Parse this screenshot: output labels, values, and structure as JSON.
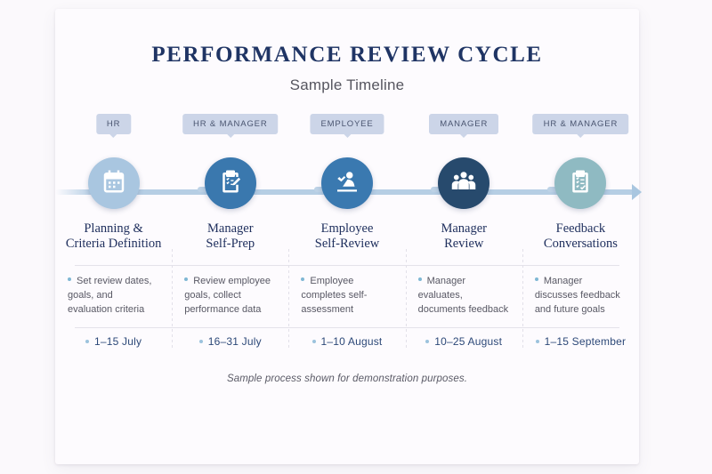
{
  "header": {
    "title": "PERFORMANCE REVIEW CYCLE",
    "subtitle": "Sample Timeline"
  },
  "footer": {
    "note": "Sample process shown for demonstration purposes."
  },
  "colors": {
    "title": "#1f3464",
    "badge_bg": "#ccd5e8",
    "badge_text": "#4a5570",
    "axis": "#a9c6e0",
    "arrow": "#bdd2e6",
    "step_title": "#20305e",
    "date_text": "#2c4878",
    "bullet_dot": "#7fb7d4",
    "card_bg": "#fdfbfe",
    "page_bg": "#fbf9fc"
  },
  "steps": [
    {
      "badge": "HR",
      "icon": "calendar-icon",
      "icon_color": "#a9c6e0",
      "title": "Planning &\nCriteria Definition",
      "title_line1": "Planning &",
      "title_line2": "Criteria Definition",
      "description": "Set review dates, goals, and evaluation criteria",
      "date": "1–15 July"
    },
    {
      "badge": "HR & MANAGER",
      "icon": "clipboard-edit-icon",
      "icon_color": "#3a78ae",
      "title": "Manager\nSelf-Prep",
      "title_line1": "Manager",
      "title_line2": "Self-Prep",
      "description": "Review employee goals, collect performance data",
      "date": "16–31 July"
    },
    {
      "badge": "EMPLOYEE",
      "icon": "person-presentation-icon",
      "icon_color": "#3a79b0",
      "title": "Employee\nSelf-Review",
      "title_line1": "Employee",
      "title_line2": "Self-Review",
      "description": "Employee completes self-assessment",
      "date": "1–10 August"
    },
    {
      "badge": "MANAGER",
      "icon": "people-group-icon",
      "icon_color": "#274a6d",
      "title": "Manager\nReview",
      "title_line1": "Manager",
      "title_line2": "Review",
      "description": "Manager evaluates, documents feedback",
      "date": "10–25 August"
    },
    {
      "badge": "HR & MANAGER",
      "icon": "clipboard-check-icon",
      "icon_color": "#8fbac2",
      "title": "Feedback\nConversations",
      "title_line1": "Feedback",
      "title_line2": "Conversations",
      "description": "Manager discusses feedback and future goals",
      "date": "1–15 September"
    }
  ]
}
